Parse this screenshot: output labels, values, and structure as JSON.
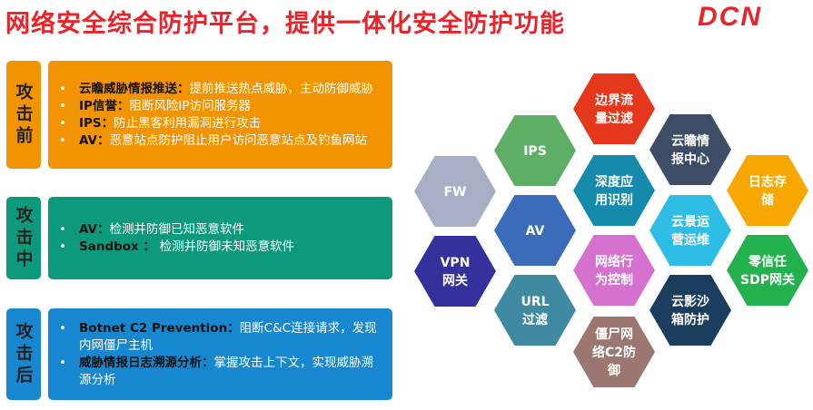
{
  "header": {
    "title": "网络安全综合防护平台，提供一体化安全防护功能",
    "logo": "DCN"
  },
  "phases": [
    {
      "label": "攻击前",
      "color": "#f29400",
      "items": [
        {
          "name": "云瞻威胁情报推送",
          "sep": "：",
          "desc": "提前推送热点威胁，主动防御威胁"
        },
        {
          "name": "IP信誉",
          "sep": "：",
          "desc": "阻断风险IP访问服务器"
        },
        {
          "name": "IPS",
          "sep": "：",
          "desc": "防止黑客利用漏洞进行攻击"
        },
        {
          "name": "AV",
          "sep": "：",
          "desc": "恶意站点防护阻止用户访问恶意站点及钓鱼网站"
        }
      ]
    },
    {
      "label": "攻击中",
      "color": "#0d9a7c",
      "items": [
        {
          "name": "AV",
          "sep": "：",
          "desc": "检测并防御已知恶意软件"
        },
        {
          "name": "Sandbox",
          "sep": " ： ",
          "desc": "检测并防御未知恶意软件"
        }
      ]
    },
    {
      "label": "攻击后",
      "color": "#1787d0",
      "items": [
        {
          "name": "Botnet C2 Prevention",
          "sep": "：",
          "desc": "阻断C&C连接请求，发现内网僵尸主机"
        },
        {
          "name": "威胁情报日志溯源分析",
          "sep": "：",
          "desc": "掌握攻击上下文，实现威胁溯源分析"
        }
      ]
    }
  ],
  "hexagons": [
    {
      "lines": [
        "FW"
      ],
      "color": "#a8aec4"
    },
    {
      "lines": [
        "VPN",
        "网关"
      ],
      "color": "#34309c"
    },
    {
      "lines": [
        "IPS"
      ],
      "color": "#5fae65"
    },
    {
      "lines": [
        "AV"
      ],
      "color": "#3a6cba"
    },
    {
      "lines": [
        "URL",
        "过滤"
      ],
      "color": "#3f8aa0"
    },
    {
      "lines": [
        "边界流",
        "量过滤"
      ],
      "color": "#e5371b"
    },
    {
      "lines": [
        "深度应",
        "用识别"
      ],
      "color": "#168aaa"
    },
    {
      "lines": [
        "网络行",
        "为控制"
      ],
      "color": "#d571cf"
    },
    {
      "lines": [
        "僵尸网",
        "络C2防",
        "御"
      ],
      "color": "#9c7670"
    },
    {
      "lines": [
        "云瞻情",
        "报中心"
      ],
      "color": "#3e4d66"
    },
    {
      "lines": [
        "云景运",
        "营运维"
      ],
      "color": "#2ebde4"
    },
    {
      "lines": [
        "云影沙",
        "箱防护"
      ],
      "color": "#1b3e5e"
    },
    {
      "lines": [
        "日志存",
        "储"
      ],
      "color": "#f8a600"
    },
    {
      "lines": [
        "零信任",
        "SDP网关"
      ],
      "color": "#22b14c"
    }
  ]
}
